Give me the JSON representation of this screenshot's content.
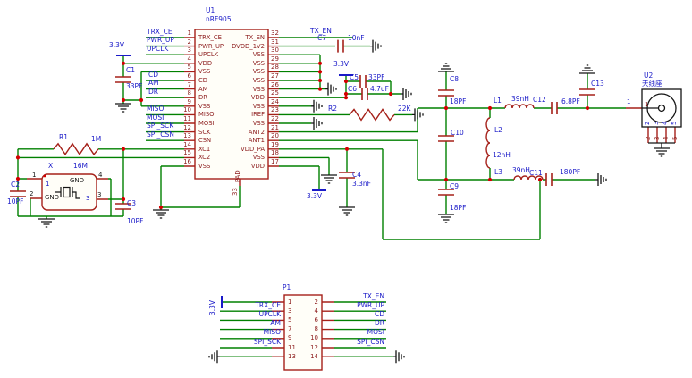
{
  "colors": {
    "wire": "#008000",
    "component": "#A52019",
    "label": "#1A1AC8",
    "pin_text": "#8C1B1B",
    "junction": "#D40000",
    "ground": "#141414"
  },
  "nets": {
    "v33": "3.3V",
    "tx_en": "TX_EN",
    "trx_ce": "TRX_CE",
    "pwr_up": "PWR_UP",
    "upclk": "UPCLK",
    "cd": "CD",
    "am": "AM",
    "dr": "DR",
    "miso": "MISO",
    "mosi": "MOSI",
    "spi_sck": "SPI_SCK",
    "spi_csn": "SPI_CSN"
  },
  "u1": {
    "designator": "U1",
    "part": "nRF905",
    "left_pins": [
      {
        "num": "1",
        "name": "TRX_CE"
      },
      {
        "num": "2",
        "name": "PWR_UP"
      },
      {
        "num": "3",
        "name": "UPCLK"
      },
      {
        "num": "4",
        "name": "VDD"
      },
      {
        "num": "5",
        "name": "VSS"
      },
      {
        "num": "6",
        "name": "CD"
      },
      {
        "num": "7",
        "name": "AM"
      },
      {
        "num": "8",
        "name": "DR"
      },
      {
        "num": "9",
        "name": "VSS"
      },
      {
        "num": "10",
        "name": "MISO"
      },
      {
        "num": "11",
        "name": "MOSI"
      },
      {
        "num": "12",
        "name": "SCK"
      },
      {
        "num": "13",
        "name": "CSN"
      },
      {
        "num": "14",
        "name": "XC1"
      },
      {
        "num": "15",
        "name": "XC2"
      },
      {
        "num": "16",
        "name": "VSS"
      }
    ],
    "right_pins": [
      {
        "num": "32",
        "name": "TX_EN"
      },
      {
        "num": "31",
        "name": "DVDD_1V2"
      },
      {
        "num": "30",
        "name": "VSS"
      },
      {
        "num": "29",
        "name": "VSS"
      },
      {
        "num": "28",
        "name": "VSS"
      },
      {
        "num": "27",
        "name": "VSS"
      },
      {
        "num": "26",
        "name": "VSS"
      },
      {
        "num": "25",
        "name": "VDD"
      },
      {
        "num": "24",
        "name": "VSS"
      },
      {
        "num": "23",
        "name": "IREF"
      },
      {
        "num": "22",
        "name": "VSS"
      },
      {
        "num": "21",
        "name": "ANT2"
      },
      {
        "num": "20",
        "name": "ANT1"
      },
      {
        "num": "19",
        "name": "VDD_PA"
      },
      {
        "num": "18",
        "name": "VSS"
      },
      {
        "num": "17",
        "name": "VDD"
      }
    ],
    "pad": {
      "num": "33",
      "name": "PAD"
    }
  },
  "x1": {
    "designator": "X",
    "value": "16M",
    "gnd": "GND",
    "pins": {
      "n1": "1",
      "n2": "2",
      "n3": "3",
      "n4": "4"
    }
  },
  "r1": {
    "designator": "R1",
    "value": "1M"
  },
  "r2": {
    "designator": "R2",
    "value": "22K"
  },
  "c1": {
    "designator": "C1",
    "value": "33PF"
  },
  "c2": {
    "designator": "C2",
    "value": "10PF"
  },
  "c3": {
    "designator": "C3",
    "value": "10PF"
  },
  "c4": {
    "designator": "C4",
    "value": "3.3nF"
  },
  "c5": {
    "designator": "C5",
    "value": "33PF"
  },
  "c6": {
    "designator": "C6",
    "value": "4.7uF"
  },
  "c7": {
    "designator": "C7",
    "value": "10nF"
  },
  "c8": {
    "designator": "C8",
    "value": "18PF"
  },
  "c9": {
    "designator": "C9",
    "value": "18PF"
  },
  "c10": {
    "designator": "C10"
  },
  "c11": {
    "designator": "C11",
    "value": "180PF"
  },
  "c12": {
    "designator": "C12",
    "value": "6.8PF"
  },
  "c13": {
    "designator": "C13"
  },
  "l1": {
    "designator": "L1",
    "value": "39nH"
  },
  "l2": {
    "designator": "L2",
    "value": "12nH"
  },
  "l3": {
    "designator": "L3",
    "value": "39nH"
  },
  "u2": {
    "designator": "U2",
    "part": "天线座",
    "pin1": "1",
    "bottom_pins": [
      "2",
      "3",
      "4",
      "5"
    ]
  },
  "p1": {
    "designator": "P1",
    "rows": [
      {
        "ln": "1",
        "rn": "2",
        "lnet": "",
        "rnet": "TX_EN"
      },
      {
        "ln": "3",
        "rn": "4",
        "lnet": "TRX_CE",
        "rnet": "PWR_UP"
      },
      {
        "ln": "5",
        "rn": "6",
        "lnet": "UPCLK",
        "rnet": "CD"
      },
      {
        "ln": "7",
        "rn": "8",
        "lnet": "AM",
        "rnet": "DR"
      },
      {
        "ln": "9",
        "rn": "10",
        "lnet": "MISO",
        "rnet": "MOSI"
      },
      {
        "ln": "11",
        "rn": "12",
        "lnet": "SPI_SCK",
        "rnet": "SPI_CSN"
      },
      {
        "ln": "13",
        "rn": "14",
        "lnet": "",
        "rnet": ""
      }
    ]
  }
}
